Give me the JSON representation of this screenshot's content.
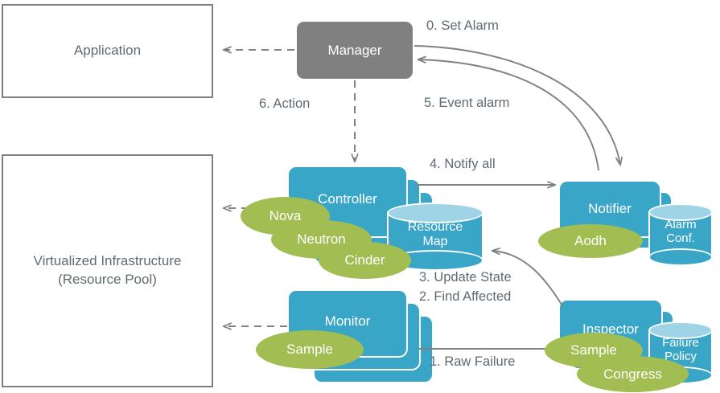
{
  "diagram": {
    "title": "Fault management message flow",
    "colors": {
      "teal": "#39a6c8",
      "teal_light": "#9ed4e5",
      "green": "#a2bd52",
      "gray": "#808080",
      "text_gray": "#5f6a72",
      "white": "#ffffff"
    }
  },
  "boxes": {
    "application": {
      "label": "Application"
    },
    "infrastructure": {
      "line1": "Virtualized  Infrastructure",
      "line2": "(Resource Pool)"
    },
    "manager": {
      "label": "Manager"
    },
    "controller": {
      "label": "Controller"
    },
    "monitor": {
      "label": "Monitor"
    },
    "notifier": {
      "label": "Notifier"
    },
    "inspector": {
      "label": "Inspector"
    }
  },
  "cylinders": {
    "resource_map": {
      "line1": "Resource",
      "line2": "Map"
    },
    "alarm_conf": {
      "line1": "Alarm",
      "line2": "Conf."
    },
    "failure_policy": {
      "line1": "Failure",
      "line2": "Policy"
    }
  },
  "tags": {
    "nova": "Nova",
    "neutron": "Neutron",
    "cinder": "Cinder",
    "sample_monitor": "Sample",
    "aodh": "Aodh",
    "sample_inspector": "Sample",
    "congress": "Congress"
  },
  "edges": [
    {
      "id": "set-alarm",
      "label": "0. Set Alarm"
    },
    {
      "id": "raw-failure",
      "label": "1. Raw Failure"
    },
    {
      "id": "find-affected",
      "label": "2. Find Affected"
    },
    {
      "id": "update-state",
      "label": "3. Update State"
    },
    {
      "id": "notify-all",
      "label": "4. Notify all"
    },
    {
      "id": "event-alarm",
      "label": "5. Event alarm"
    },
    {
      "id": "action",
      "label": "6. Action"
    }
  ]
}
